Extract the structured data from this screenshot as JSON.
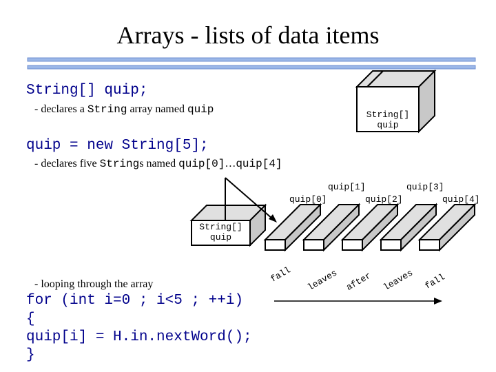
{
  "slide": {
    "title": "Arrays  -  lists of data items",
    "decl_code": "String[] quip;",
    "decl_note": {
      "prefix": "- declares a ",
      "type": "String",
      "middle": " array named ",
      "name": "quip"
    },
    "box_top": {
      "line1": "String[]",
      "line2": "quip"
    },
    "new_code": "quip = new String[5];",
    "new_note": {
      "prefix": "- declares five ",
      "type": "String",
      "middle": "s named ",
      "first": "quip[0]",
      "dots": "…",
      "last": "quip[4]"
    },
    "element_labels": [
      "quip[0]",
      "quip[1]",
      "quip[2]",
      "quip[3]",
      "quip[4]"
    ],
    "box_ref": {
      "line1": "String[]",
      "line2": "quip"
    },
    "element_values": [
      "fall",
      "leaves",
      "after",
      "leaves",
      "fall"
    ],
    "loop_note": "- looping through the array",
    "loop_code": {
      "line1": "for (int i=0 ; i<5 ; ++i)",
      "line2": "{",
      "line3": " quip[i] = H.in.nextWord();",
      "line4": "}"
    },
    "colors": {
      "code_blue": "#00008b",
      "rule_blue": "#9bb7e8",
      "box_face": "#ffffff",
      "box_side": "#c8c8c8",
      "box_top": "#e0e0e0"
    }
  }
}
